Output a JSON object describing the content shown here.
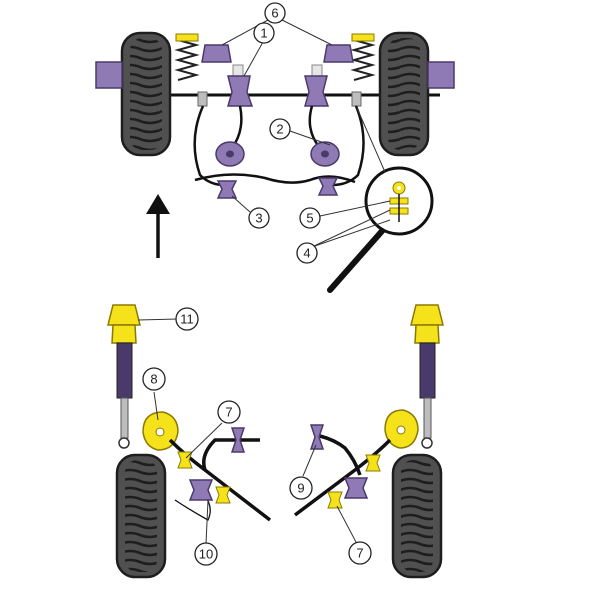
{
  "colors": {
    "purple": "#8f7ab5",
    "purple_dark": "#4a3a6b",
    "yellow": "#f5e21a",
    "yellow_dark": "#8a7a00",
    "tyre": "#505050",
    "tyre_tread": "#1e1e1e",
    "metal": "#bdbdbd",
    "arm": "#111111"
  },
  "labels": {
    "l1": "1",
    "l2": "2",
    "l3": "3",
    "l4": "4",
    "l5": "5",
    "l6": "6",
    "l7a": "7",
    "l7b": "7",
    "l8": "8",
    "l9": "9",
    "l10": "10",
    "l11": "11"
  },
  "icons": {
    "direction_arrow": "up-arrow-icon",
    "magnifier": "magnifying-glass-icon"
  }
}
